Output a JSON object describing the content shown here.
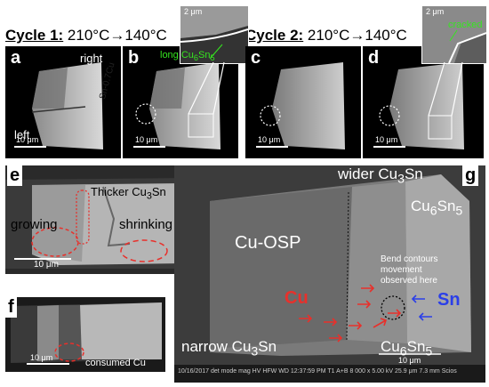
{
  "cycle1": {
    "label": "Cycle 1:",
    "temps": " 210°C→140°C"
  },
  "cycle2": {
    "label": "Cycle 2:",
    "temps": " 210°C→140°C"
  },
  "panels": {
    "a": {
      "letter": "a",
      "right": "right",
      "left": "left",
      "material": "Sn-0.7Cu",
      "scale": "10 μm"
    },
    "b": {
      "letter": "b",
      "scale": "10 μm",
      "inset_scale": "2 μm",
      "callout_prefix": "long ",
      "callout_formula": "Cu",
      "sub1": "6",
      "mid": "Sn",
      "sub2": "5"
    },
    "c": {
      "letter": "c",
      "scale": "10 μm"
    },
    "d": {
      "letter": "d",
      "scale": "10 μm",
      "inset_scale": "2 μm",
      "callout": "cracked"
    },
    "e": {
      "letter": "e",
      "growing": "growing",
      "shrinking": "shrinking",
      "thicker": "Thicker Cu",
      "thicker_sub": "3",
      "thicker_end": "Sn",
      "scale": "10 μm"
    },
    "f": {
      "letter": "f",
      "scale": "10 μm",
      "consumed": "consumed Cu"
    },
    "g": {
      "letter": "g",
      "wider": "wider Cu",
      "wider_sub": "3",
      "wider_end": "Sn",
      "cu6sn5_top": "Cu",
      "cu6sn5_top_s1": "6",
      "cu6sn5_top_mid": "Sn",
      "cu6sn5_top_s2": "5",
      "cuosp": "Cu-OSP",
      "bend1": "Bend contours",
      "bend2": "movement",
      "bend3": "observed here",
      "cu": "Cu",
      "sn": "Sn",
      "narrow": "narrow Cu",
      "narrow_sub": "3",
      "narrow_end": "Sn",
      "cu6sn5_bot": "Cu",
      "cu6sn5_bot_s1": "6",
      "cu6sn5_bot_mid": "Sn",
      "cu6sn5_bot_s2": "5",
      "scale": "10 μm",
      "footer": "10/16/2017  det  mode  mag  HV  HFW  WD  12:37:59 PM  T1  A+B  8 000 x  5.00 kV  25.9 μm  7.3 mm   Scios"
    }
  },
  "colors": {
    "green": "#35e61f",
    "red": "#e8302b",
    "blue": "#2b3fe8"
  }
}
